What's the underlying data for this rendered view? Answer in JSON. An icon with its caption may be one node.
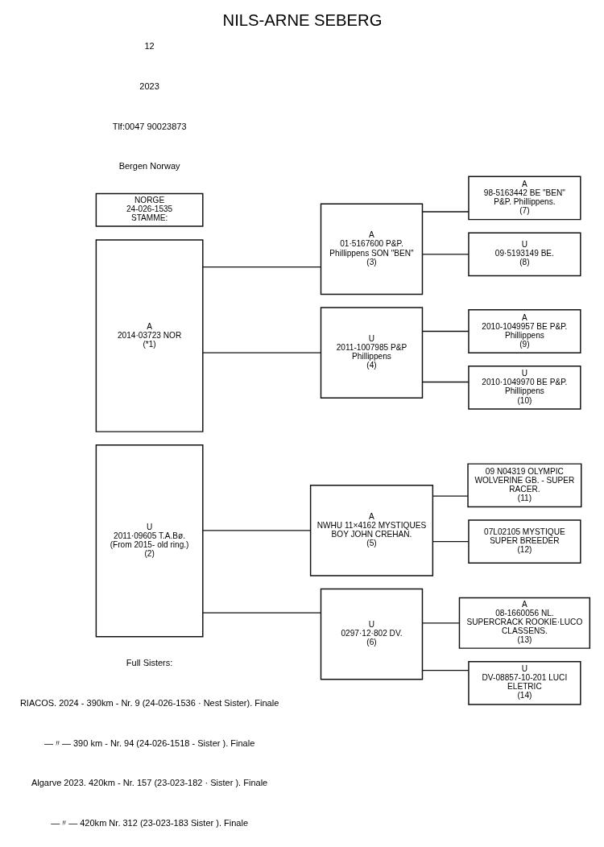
{
  "diagram": {
    "title": "NILS-ARNE SEBERG",
    "nodes": [
      {
        "text": [
          "NORGE",
          "24-026-1535",
          "STAMME:"
        ]
      },
      {
        "text": [
          "A",
          "2014·03723 NOR",
          "(*1)"
        ]
      },
      {
        "text": [
          "U",
          "2011·09605 T.A.Bø. (From 2015- old ring.)",
          "(2)"
        ]
      },
      {
        "text": [
          "A",
          "01·5167600 P&P. Phillippens SON \"BEN\"",
          "(3)"
        ]
      },
      {
        "text": [
          "U",
          "2011-1007985 P&P Phillippens",
          "(4)"
        ]
      },
      {
        "text": [
          "A",
          "NWHU 11×4162 MYSTIQUES BOY JOHN CREHAN.",
          "(5)"
        ]
      },
      {
        "text": [
          "U",
          "0297·12·802 DV.",
          "(6)"
        ]
      },
      {
        "text": [
          "A",
          "98-5163442 BE \"BEN\" P&P. Phillippens.",
          "(7)"
        ]
      },
      {
        "text": [
          "U",
          "09·5193149 BE.",
          "(8)"
        ]
      },
      {
        "text": [
          "A",
          "2010-1049957 BE P&P. Phillippens",
          "(9)"
        ]
      },
      {
        "text": [
          "U",
          "2010·1049970 BE P&P. Phillippens",
          "(10)"
        ]
      },
      {
        "text": [
          "09 N04319 OLYMPIC WOLVERINE GB. - SUPER RACER.",
          "(11)"
        ]
      },
      {
        "text": [
          "07L02105 MYSTIQUE SUPER BREEDER",
          "(12)"
        ]
      },
      {
        "text": [
          "A",
          "08-1660056 NL. SUPERCRACK ROOKIE·LUCO CLASSENS.",
          "(13)"
        ]
      },
      {
        "text": [
          "U",
          "DV-08857-10-201 LUCI ELETRIC",
          "(14)"
        ]
      }
    ],
    "edges": [
      {
        "from": 1,
        "to": 3,
        "arrow": "none"
      },
      {
        "from": 1,
        "to": 4,
        "arrow": "none"
      },
      {
        "from": 2,
        "to": 5,
        "arrow": "none"
      },
      {
        "from": 2,
        "to": 6,
        "arrow": "none"
      },
      {
        "from": 3,
        "to": 7,
        "arrow": "none"
      },
      {
        "from": 3,
        "to": 8,
        "arrow": "none"
      },
      {
        "from": 4,
        "to": 9,
        "arrow": "none"
      },
      {
        "from": 4,
        "to": 10,
        "arrow": "none"
      },
      {
        "from": 5,
        "to": 11,
        "arrow": "none"
      },
      {
        "from": 5,
        "to": 12,
        "arrow": "none"
      },
      {
        "from": 6,
        "to": 13,
        "arrow": "none"
      },
      {
        "from": 6,
        "to": 14,
        "arrow": "none"
      }
    ],
    "labels": [
      "12",
      "2023",
      "Tlf:0047 90023873",
      "Bergen Norway",
      "Full Sisters:",
      "RIACOS. 2024 - 390km - Nr. 9 (24-026-1536 · Nest Sister). Finale",
      "—〃— 390 km - Nr. 94 (24-026-1518 - Sister ). Finale",
      "Algarve 2023. 420km - Nr. 157 (23-023-182 · Sister ). Finale",
      "—〃— 420km Nr. 312 (23-023-183 Sister ). Finale"
    ]
  }
}
